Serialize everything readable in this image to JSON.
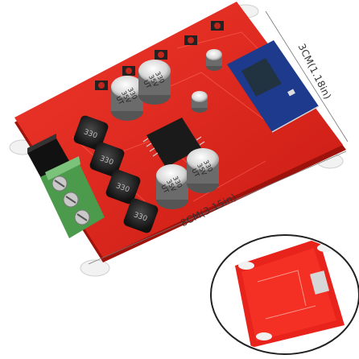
{
  "labels": {
    "width": "8CM(3.15in)",
    "height": "3CM(1.18in)"
  },
  "capacitor_markings": [
    "330",
    "35V",
    "UT"
  ],
  "inductor_marking": "330",
  "colors": {
    "pcb": "#e8231b",
    "pcb_dark": "#b7140f",
    "terminal": "#5aa65a",
    "module": "#1e3a8c",
    "inset_border": "#222222"
  }
}
